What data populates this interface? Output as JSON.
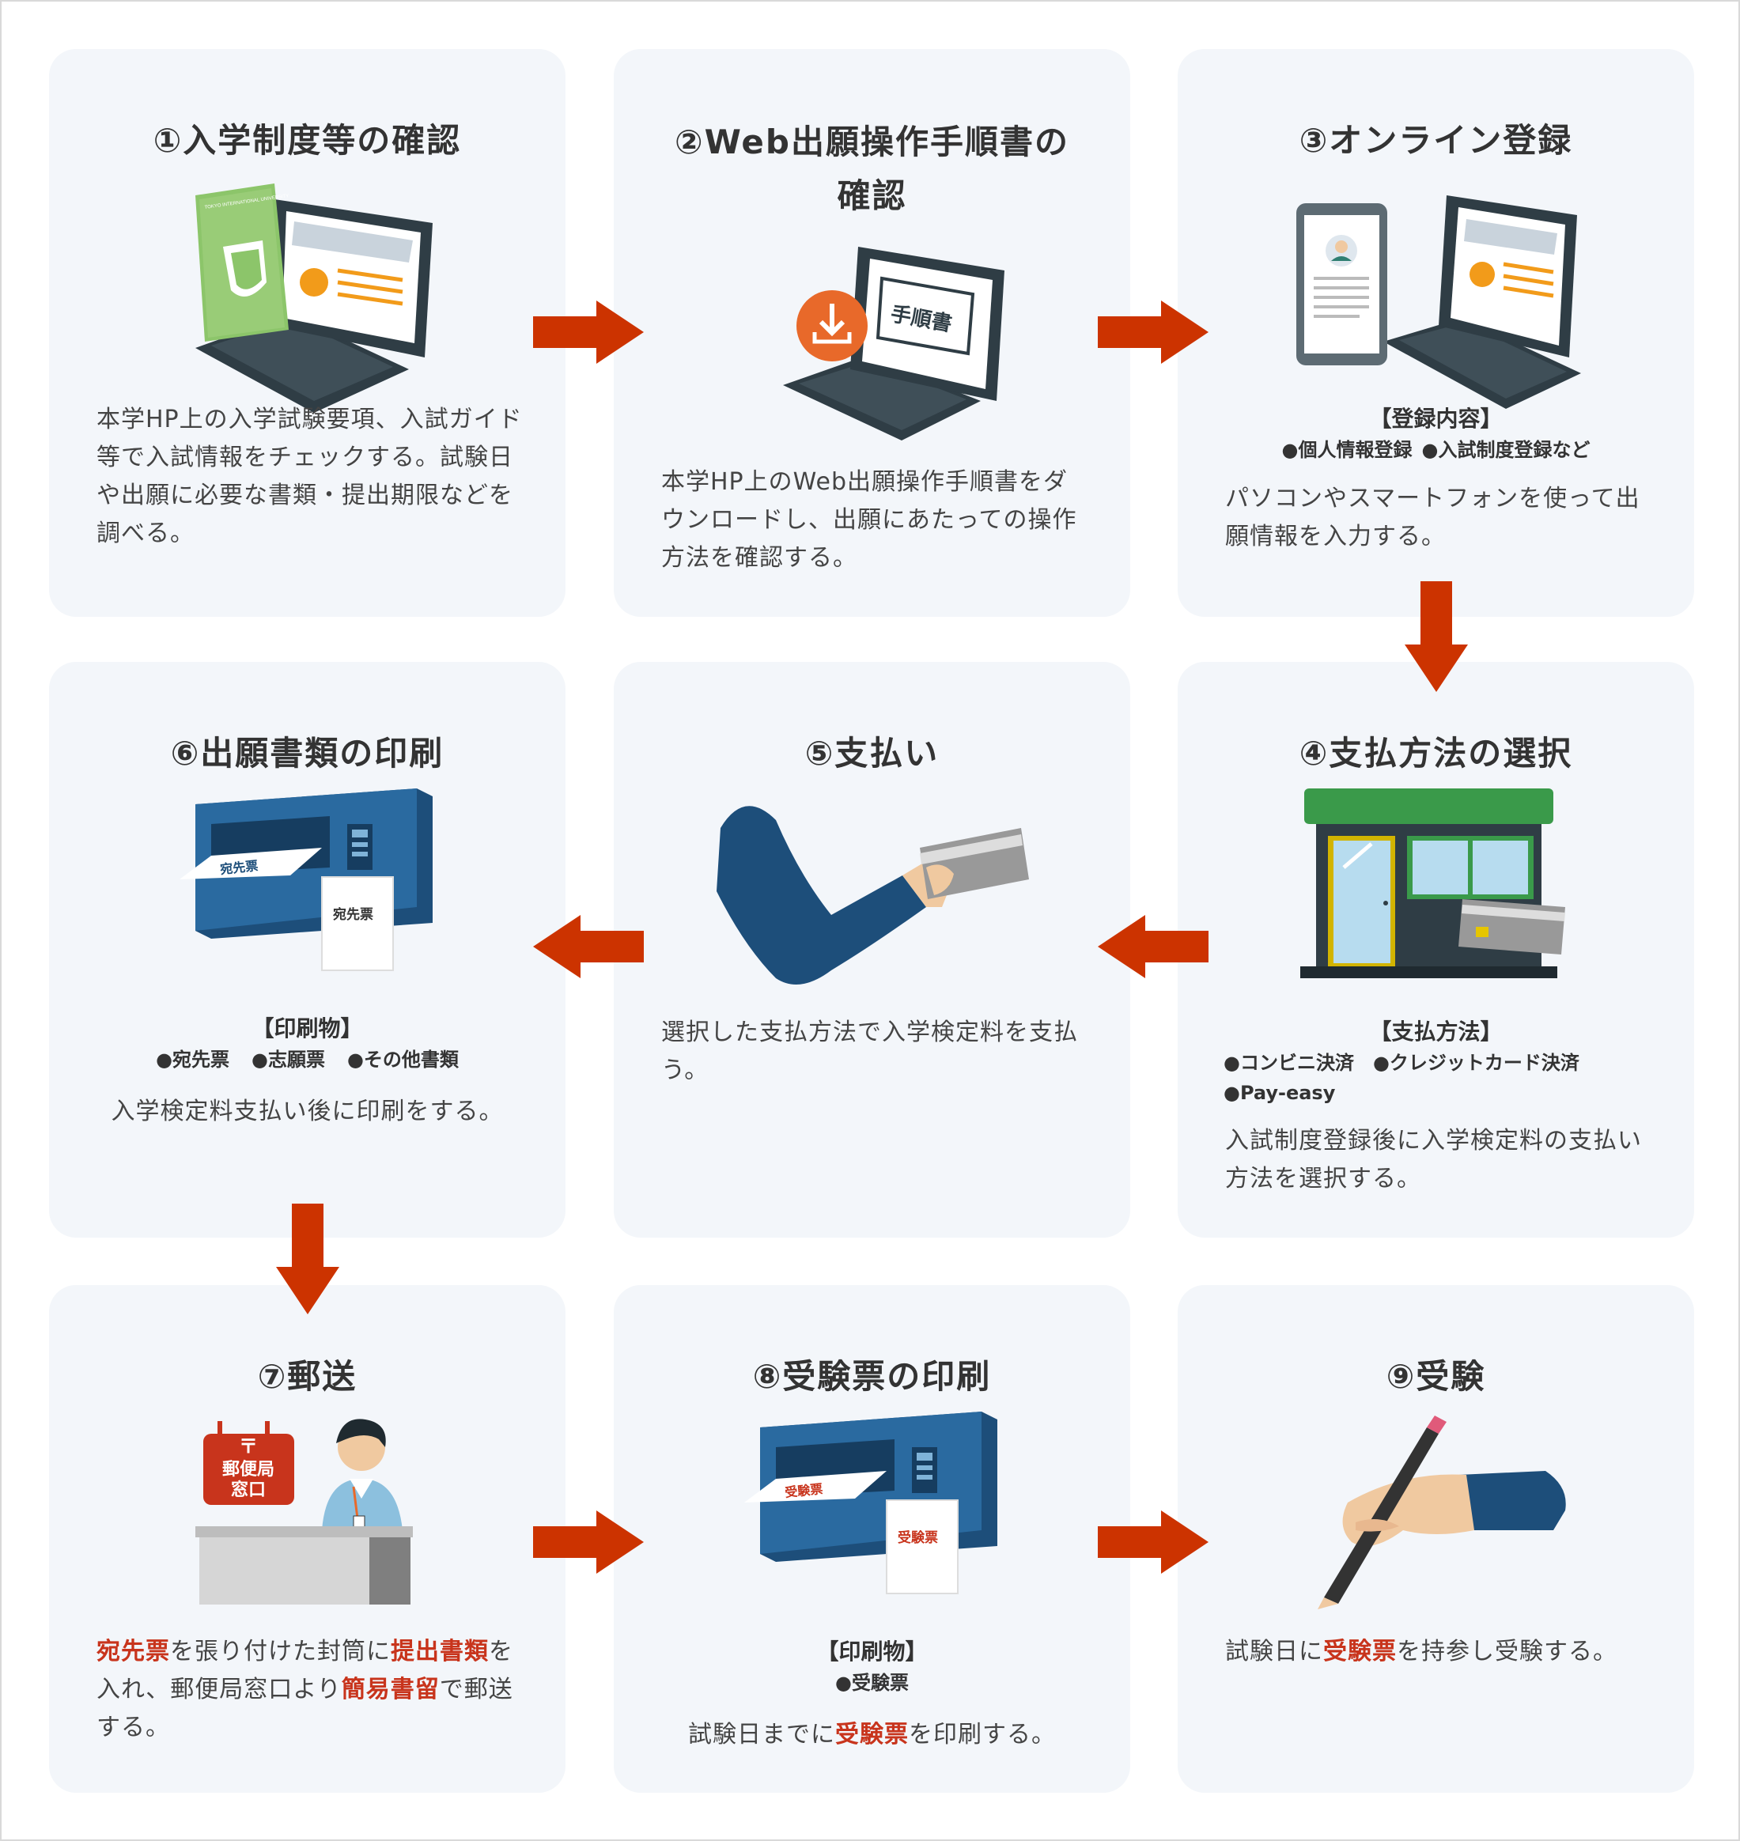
{
  "colors": {
    "card_bg": "#f3f6fa",
    "arrow": "#cc3300",
    "highlight": "#c8341c",
    "text": "#333333"
  },
  "steps": [
    {
      "title": "①入学制度等の確認",
      "illustration": "laptop-with-guidebook",
      "guide_cover": {
        "school": "TOKYO INTERNATIONAL UNIVERSITY"
      },
      "description": "本学HP上の入学試験要項、入試ガイド等で入試情報をチェックする。試験日や出願に必要な書類・提出期限などを調べる。"
    },
    {
      "title_line1": "②Web出願操作手順書の",
      "title_line2": "確認",
      "illustration": "laptop-download-manual",
      "manual_label": "手順書",
      "download_icon": "download-icon",
      "description": "本学HP上のWeb出願操作手順書をダウンロードし、出願にあたっての操作方法を確認する。"
    },
    {
      "title": "③オンライン登録",
      "illustration": "smartphone-and-laptop",
      "box_title": "【登録内容】",
      "box_items": [
        "●個人情報登録",
        "●入試制度登録など"
      ],
      "description": "パソコンやスマートフォンを使って出願情報を入力する。"
    },
    {
      "title": "④支払方法の選択",
      "illustration": "convenience-store-and-card",
      "box_title": "【支払方法】",
      "box_items": [
        "●コンビニ決済",
        "●クレジットカード決済",
        "●Pay-easy"
      ],
      "description": "入試制度登録後に入学検定料の支払い方法を選択する。"
    },
    {
      "title": "⑤支払い",
      "illustration": "hand-holding-card",
      "description": "選択した支払方法で入学検定料を支払う。"
    },
    {
      "title": "⑥出願書類の印刷",
      "illustration": "printer-address-slip",
      "paper_label": "宛先票",
      "box_title": "【印刷物】",
      "box_items": [
        "●宛先票",
        "●志願票",
        "●その他書類"
      ],
      "description": "入学検定料支払い後に印刷をする。"
    },
    {
      "title": "⑦郵送",
      "illustration": "post-office-counter",
      "sign_line1": "〒",
      "sign_line2": "郵便局",
      "sign_line3": "窓口",
      "desc_parts": [
        "宛先票",
        "を張り付けた封筒に",
        "提出書類",
        "を入れ、郵便局窓口より",
        "簡易書留",
        "で郵送する。"
      ]
    },
    {
      "title": "⑧受験票の印刷",
      "illustration": "printer-exam-ticket",
      "paper_label": "受験票",
      "box_title": "【印刷物】",
      "box_items": [
        "●受験票"
      ],
      "desc_parts": [
        "試験日までに",
        "受験票",
        "を印刷する。"
      ]
    },
    {
      "title": "⑨受験",
      "illustration": "hand-writing-pencil",
      "desc_parts": [
        "試験日に",
        "受験票",
        "を持参し受験する。"
      ]
    }
  ],
  "arrows": [
    {
      "from": 1,
      "to": 2,
      "direction": "right"
    },
    {
      "from": 2,
      "to": 3,
      "direction": "right"
    },
    {
      "from": 3,
      "to": 4,
      "direction": "down"
    },
    {
      "from": 4,
      "to": 5,
      "direction": "left"
    },
    {
      "from": 5,
      "to": 6,
      "direction": "left"
    },
    {
      "from": 6,
      "to": 7,
      "direction": "down"
    },
    {
      "from": 7,
      "to": 8,
      "direction": "right"
    },
    {
      "from": 8,
      "to": 9,
      "direction": "right"
    }
  ]
}
